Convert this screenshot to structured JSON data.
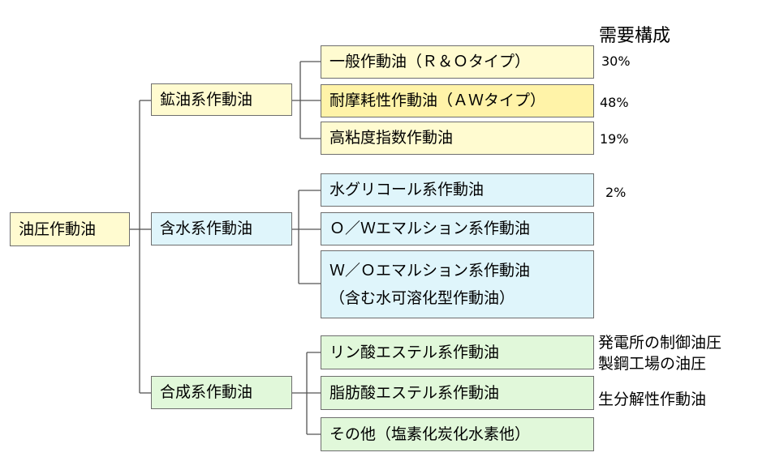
{
  "root": "油圧作動油",
  "column_header": "需要構成",
  "groups": {
    "mineral": {
      "label": "鉱油系作動油",
      "items": [
        {
          "label": "一般作動油（Ｒ＆Ｏタイプ）",
          "share": "30%"
        },
        {
          "label": "耐摩耗性作動油（ＡＷタイプ）",
          "share": "48%"
        },
        {
          "label": "高粘度指数作動油",
          "share": "19%"
        }
      ]
    },
    "water": {
      "label": "含水系作動油",
      "items": [
        {
          "label": "水グリコール系作動油",
          "share": "2%"
        },
        {
          "label": "Ｏ／Ｗエマルション系作動油"
        },
        {
          "label": "Ｗ／Ｏエマルション系作動油",
          "label2": "（含む水可溶化型作動油）"
        }
      ]
    },
    "synthetic": {
      "label": "合成系作動油",
      "items": [
        {
          "label": "リン酸エステル系作動油"
        },
        {
          "label": "脂肪酸エステル系作動油"
        },
        {
          "label": "その他（塩素化炭化水素他）"
        }
      ]
    }
  },
  "notes": {
    "phosphate_line1": "発電所の制御油圧",
    "phosphate_line2": "製鋼工場の油圧",
    "fatty_acid": "生分解性作動油"
  },
  "colors": {
    "mineral": "#fffbd0",
    "aw_highlight": "#fff3a8",
    "water": "#dff5fb",
    "synthetic": "#e1f8da",
    "border": "#6e6e6e"
  }
}
